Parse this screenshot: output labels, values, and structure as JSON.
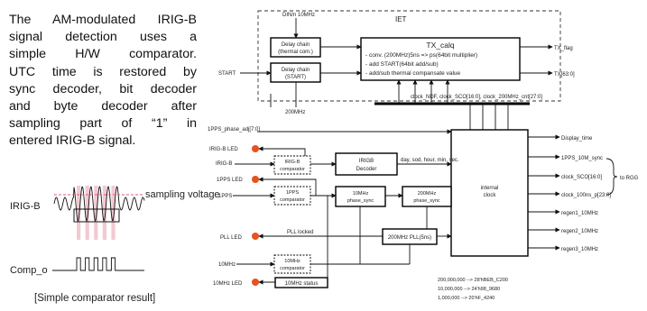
{
  "paragraph": [
    "The AM-modulated IRIG-B",
    "signal detection uses a",
    "simple H/W comparator.",
    "UTC time is restored by",
    "sync decoder, bit decoder",
    "and byte decoder after",
    "sampling part of “1” in",
    "entered IRIG-B signal."
  ],
  "waveform": {
    "irig_label": "IRIG-B",
    "sampling_label": "sampling voltage",
    "comp_label": "Comp_o",
    "caption": "[Simple comparator result]",
    "colors": {
      "sampling_line": "#e05b7a",
      "sample_band": "#f3c9d2"
    }
  },
  "diagram": {
    "iet_label": "IET",
    "din_label": "DIN/n 10MHz",
    "delay_thermal": [
      "Delay chain",
      "(thermal com.)"
    ],
    "delay_start": [
      "Delay chain",
      "(START)"
    ],
    "start_label": "START",
    "mhz200_label": "200MHz",
    "tx_calq": {
      "title": "TX_calq",
      "lines": [
        "- conv. (200MHz)5ns => ps(64bit multiplier)",
        "- add START(64bit add/sub)",
        "- add/sub thermal compansate value"
      ]
    },
    "tx_flag": "TX_flag",
    "tx_out": "TX[63:0]",
    "bus_label": "clock_NDF, clock_SCO[16:0], clock_200MHz_cnt[27:0]",
    "pps_phase": "1PPS_phase_adj[7:0]",
    "display_time": "Display_time",
    "irigb_led": "IRIG-B LED",
    "irigb_in": "IRIG-B",
    "irigb_comp": [
      "IRIG-B",
      "comparator"
    ],
    "irigb_dec": [
      "IRIGB",
      "Decoder"
    ],
    "decoded": "day, sod, hour, min, sec.",
    "pps_led": "1PPS LED",
    "pps_in": "1PPS",
    "pps_comp": [
      "1PPS",
      "comparator"
    ],
    "ps10": [
      "10MHz",
      "phase_sync"
    ],
    "ps200": [
      "200MHz",
      "phase_sync"
    ],
    "pll_led": "PLL LED",
    "pll_locked": "PLL locked",
    "pll_box": "200MHz PLL(5ns)",
    "in10": "10MHz",
    "comp10": [
      "10MHz",
      "comparator"
    ],
    "led10": "10MHz LED",
    "status10": "10MHz status",
    "internal_clock": [
      "internal",
      "clock"
    ],
    "outputs": [
      "1PPS_10M_sync",
      "clock_SCO[16:0]",
      "clock_100ns_p[23:0]",
      "regen1_10MHz",
      "regen2_10MHz",
      "regen3_10MHz"
    ],
    "to_rgg": "to RGG",
    "notes": [
      "200,000,000 --> 28'hBEB_C200",
      "10,000,000 --> 24'h98_9680",
      "1,000,000 --> 20'hF_4240"
    ],
    "colors": {
      "led": "#e8521c"
    }
  }
}
